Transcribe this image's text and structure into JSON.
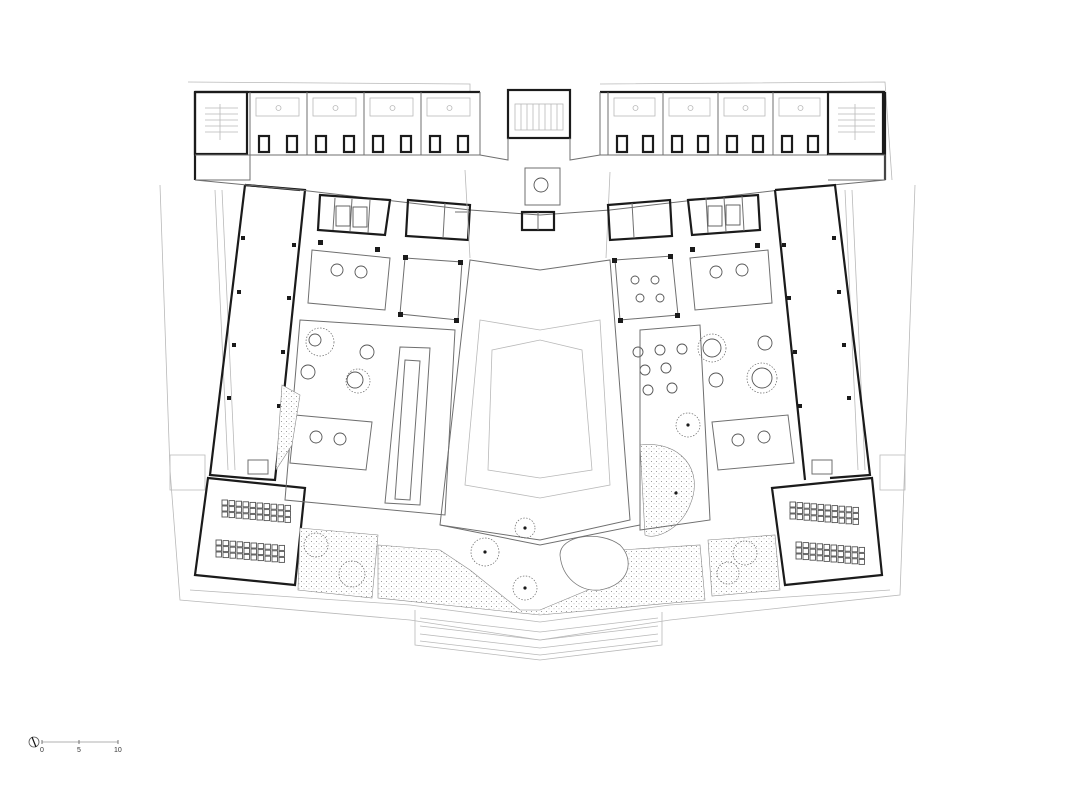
{
  "drawing": {
    "type": "architectural floor plan",
    "north_arrow_icon": "north-arrow-icon"
  },
  "scale_bar": {
    "labels": [
      "0",
      "5",
      "10"
    ]
  }
}
